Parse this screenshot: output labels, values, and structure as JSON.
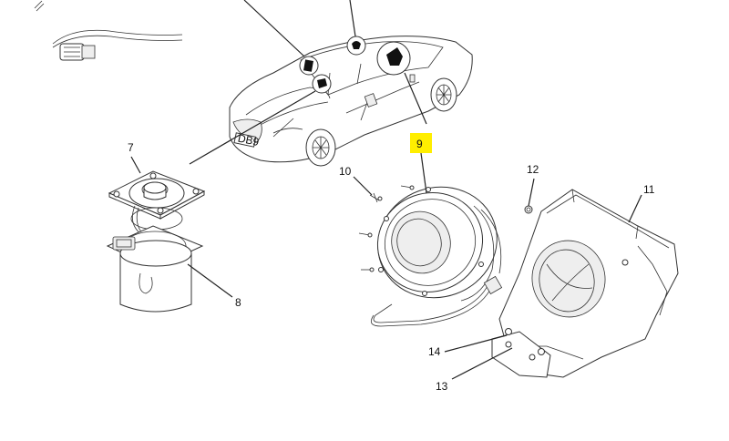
{
  "diagram": {
    "callouts": {
      "c7": "7",
      "c8": "8",
      "c9": "9",
      "c10": "10",
      "c11": "11",
      "c12": "12",
      "c13": "13",
      "c14": "14"
    },
    "highlight_color": "#ffee00",
    "license_plate": "DB9"
  }
}
